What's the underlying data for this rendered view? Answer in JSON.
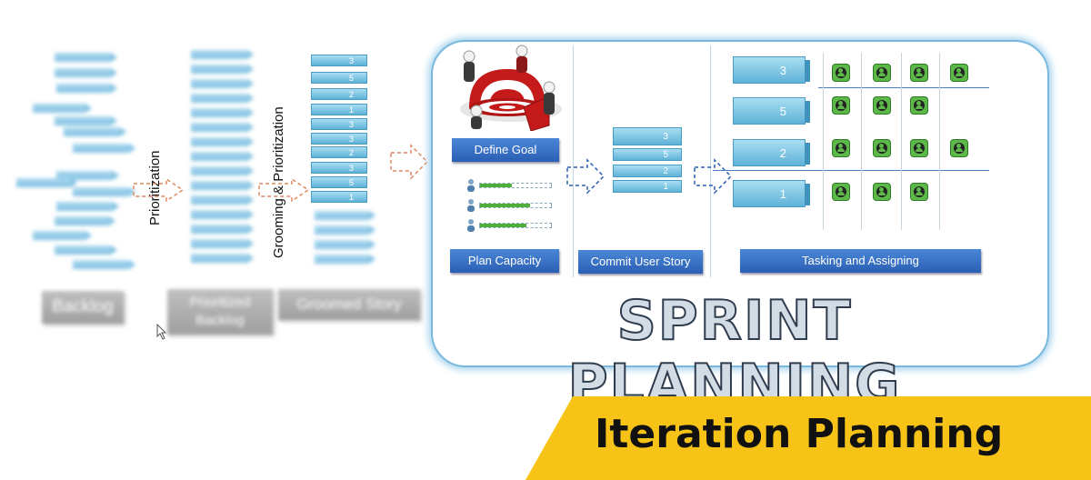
{
  "left_flow": {
    "prioritization_label": "Prioritization",
    "grooming_label": "Grooming & Prioritization",
    "groomed_story_points": [
      "3",
      "5",
      "2",
      "1",
      "3",
      "3",
      "2",
      "3",
      "5",
      "1"
    ],
    "labels": {
      "backlog": "Backlog",
      "prioritized_backlog": "Prioritized Backlog",
      "groomed_story": "Groomed Story"
    }
  },
  "sprint_panel": {
    "steps": {
      "define_goal": "Define Goal",
      "plan_capacity": "Plan Capacity",
      "commit_user_story": "Commit User Story",
      "tasking_and_assigning": "Tasking and Assigning"
    },
    "committed_points": [
      "3",
      "5",
      "2",
      "1"
    ],
    "tasking_rows": [
      {
        "points": "3",
        "assignees": 4
      },
      {
        "points": "5",
        "assignees": 3
      },
      {
        "points": "2",
        "assignees": 4
      },
      {
        "points": "1",
        "assignees": 3
      }
    ],
    "capacity_fill": [
      0.45,
      0.7,
      0.65
    ],
    "title": "SPRINT PLANNING",
    "colors": {
      "accent": "#2a5fb4",
      "person": "#5db84a",
      "border": "#7ab8de"
    }
  },
  "banner": {
    "text": "Iteration Planning",
    "color": "#f6c316"
  }
}
